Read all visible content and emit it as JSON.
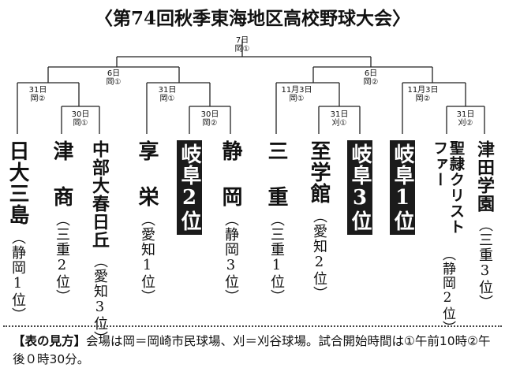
{
  "title": "〈第74回秋季東海地区高校野球大会〉",
  "matches": {
    "final": {
      "date": "7日",
      "venue": "岡①"
    },
    "semi_left": {
      "date": "6日",
      "venue": "岡①"
    },
    "semi_right": {
      "date": "6日",
      "venue": "岡②"
    },
    "qf_1": {
      "date": "31日",
      "venue": "岡②"
    },
    "qf_2": {
      "date": "31日",
      "venue": "岡①"
    },
    "qf_3": {
      "date": "11月3日",
      "venue": "岡①"
    },
    "qf_4": {
      "date": "11月3日",
      "venue": "岡②"
    },
    "r1_1": {
      "date": "30日",
      "venue": "岡①"
    },
    "r1_2": {
      "date": "30日",
      "venue": "岡②"
    },
    "r1_3": {
      "date": "31日",
      "venue": "刈①"
    },
    "r1_4": {
      "date": "31日",
      "venue": "刈②"
    }
  },
  "teams": [
    {
      "name": "日大三島",
      "sub": "（静岡1位）",
      "highlight": false
    },
    {
      "name": "津 商",
      "sub": "（三重2位）",
      "highlight": false
    },
    {
      "name": "中部大春日丘",
      "sub": "（愛知3位）",
      "highlight": false
    },
    {
      "name": "享 栄",
      "sub": "（愛知1位）",
      "highlight": false
    },
    {
      "name": "岐阜2位",
      "sub": "",
      "highlight": true
    },
    {
      "name": "静 岡",
      "sub": "（静岡3位）",
      "highlight": false
    },
    {
      "name": "三 重",
      "sub": "（三重1位）",
      "highlight": false
    },
    {
      "name": "至学館",
      "sub": "（愛知2位）",
      "highlight": false
    },
    {
      "name": "岐阜3位",
      "sub": "",
      "highlight": true
    },
    {
      "name": "岐阜1位",
      "sub": "",
      "highlight": true
    },
    {
      "name": "聖隷クリストファー",
      "sub": "（静岡2位）",
      "highlight": false
    },
    {
      "name": "津田学園",
      "sub": "（三重3位）",
      "highlight": false
    }
  ],
  "legend": {
    "heading": "【表の見方】",
    "text": "会場は岡＝岡崎市民球場、刈＝刈谷球場。試合開始時間は①午前10時②午後０時30分。"
  }
}
